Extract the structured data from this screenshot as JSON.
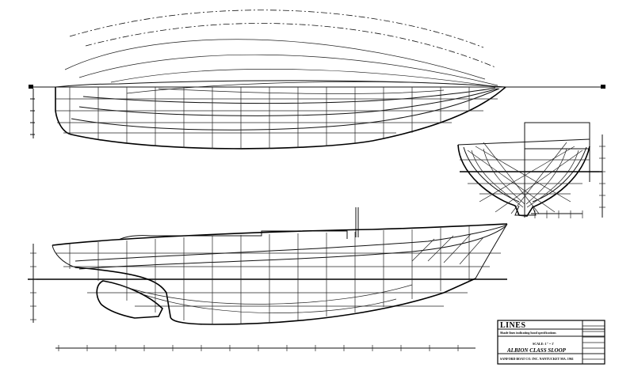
{
  "title_block": {
    "heading": "LINES",
    "note": "Shade lines indicating hood specifications",
    "scale": "SCALE: 1\" = 1'",
    "class_name": "ALBION CLASS SLOOP",
    "company": "SANFORD BOAT CO. INC. NANTUCKET MA. 1961"
  }
}
